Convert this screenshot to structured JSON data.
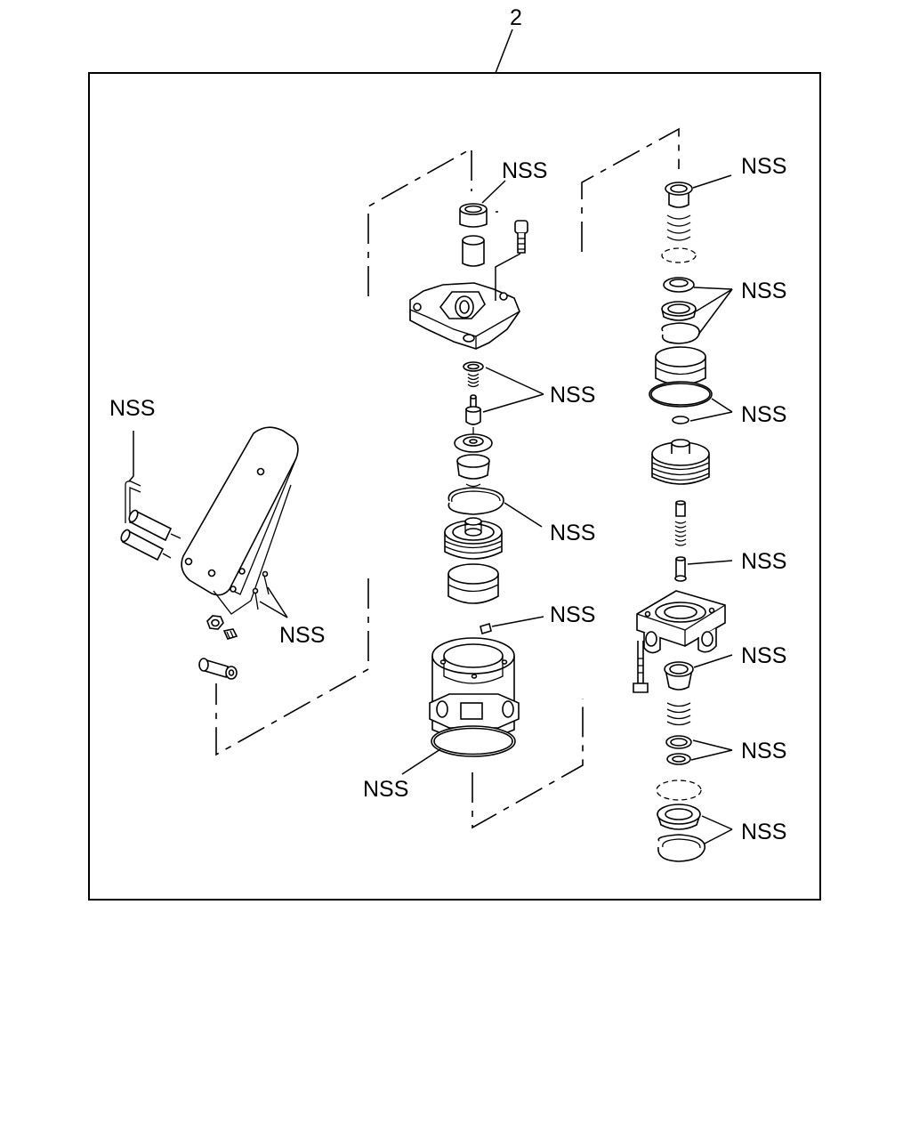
{
  "item_number": "2",
  "labels": {
    "nss_top_mid": "NSS",
    "nss_top_right": "NSS",
    "nss_right_2": "NSS",
    "nss_mid_1": "NSS",
    "nss_right_3": "NSS",
    "nss_left_top": "NSS",
    "nss_mid_2": "NSS",
    "nss_right_4": "NSS",
    "nss_mid_3": "NSS",
    "nss_left_bottom": "NSS",
    "nss_right_5": "NSS",
    "nss_right_6": "NSS",
    "nss_mid_bottom": "NSS",
    "nss_right_7": "NSS"
  },
  "colors": {
    "ink": "#000000",
    "background": "#ffffff"
  }
}
